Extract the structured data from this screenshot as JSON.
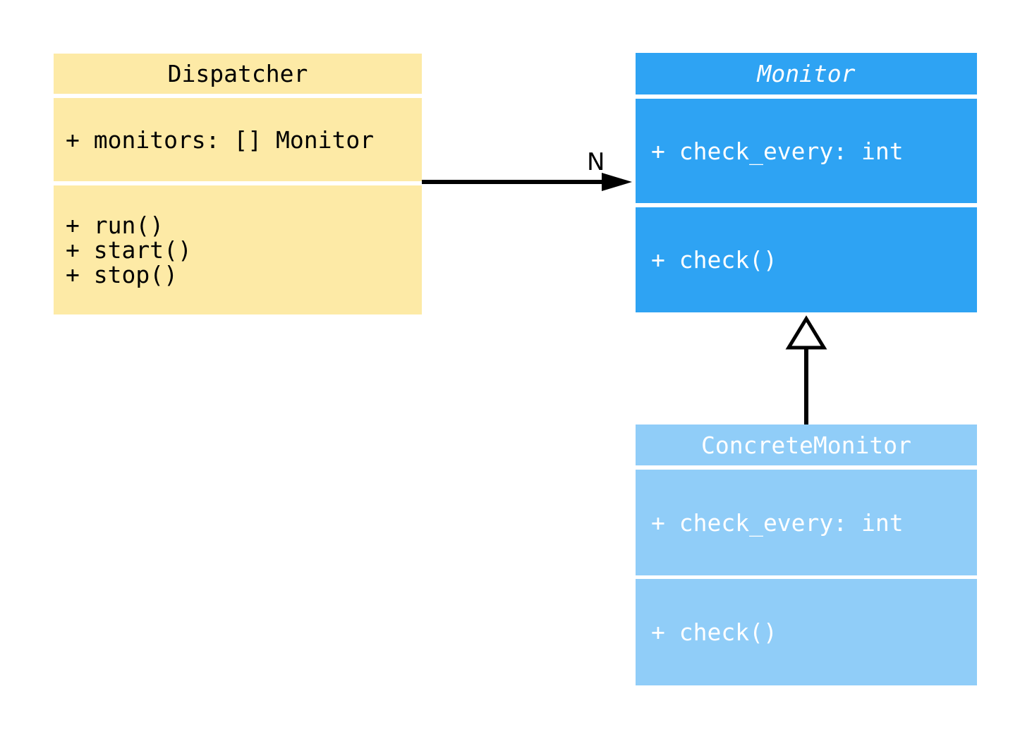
{
  "diagram": {
    "kind": "uml-class-diagram",
    "background": "#FFFFFF",
    "edge_color": "#000000",
    "classes": [
      {
        "name": "Dispatcher",
        "abstract": false,
        "fill": "#FDEAA6",
        "text_color": "#000000",
        "attributes": [
          "+ monitors: [] Monitor"
        ],
        "methods": [
          "+ run()",
          "+ start()",
          "+ stop()"
        ]
      },
      {
        "name": "Monitor",
        "abstract": true,
        "fill": "#2EA3F3",
        "text_color": "#FFFFFF",
        "attributes": [
          "+ check_every: int"
        ],
        "methods": [
          "+ check()"
        ]
      },
      {
        "name": "ConcreteMonitor",
        "abstract": false,
        "fill": "#90CDF8",
        "text_color": "#FFFFFF",
        "attributes": [
          "+ check_every: int"
        ],
        "methods": [
          "+ check()"
        ]
      }
    ],
    "relations": [
      {
        "type": "association",
        "from": "Dispatcher",
        "to": "Monitor",
        "label": "N"
      },
      {
        "type": "inheritance",
        "from": "ConcreteMonitor",
        "to": "Monitor",
        "label": ""
      }
    ]
  }
}
